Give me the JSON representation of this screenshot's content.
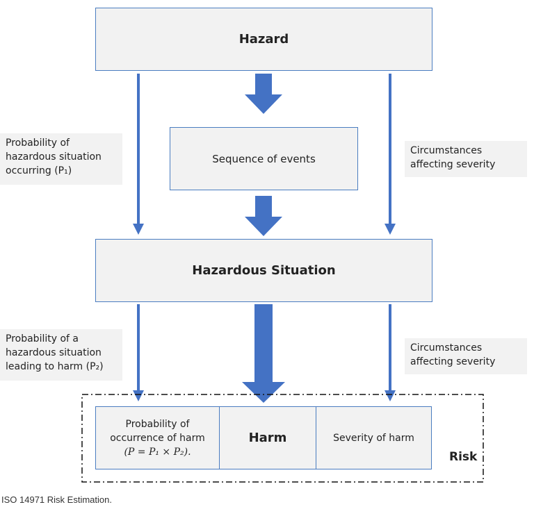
{
  "hazard": "Hazard",
  "sequence": "Sequence of events",
  "hazardous_situation": "Hazardous Situation",
  "harm": "Harm",
  "severity_of_harm": "Severity of harm",
  "probability_harm": {
    "line1": "Probability of",
    "line2": "occurrence of harm",
    "line3": "(P = P₁ × P₂)."
  },
  "left_note_1": {
    "line1": "Probability of",
    "line2": "hazardous situation",
    "line3": "occurring (P₁)"
  },
  "left_note_2": {
    "line1": "Probability of a",
    "line2": "hazardous situation",
    "line3": "leading to harm (P₂)"
  },
  "right_note_1": {
    "line1": "Circumstances",
    "line2": "affecting severity"
  },
  "right_note_2": {
    "line1": "Circumstances",
    "line2": "affecting severity"
  },
  "risk": "Risk",
  "caption": "ISO 14971 Risk Estimation.",
  "colors": {
    "arrow": "#4472c4",
    "box_fill": "#f2f2f2",
    "box_border": "#4a7cc0"
  }
}
